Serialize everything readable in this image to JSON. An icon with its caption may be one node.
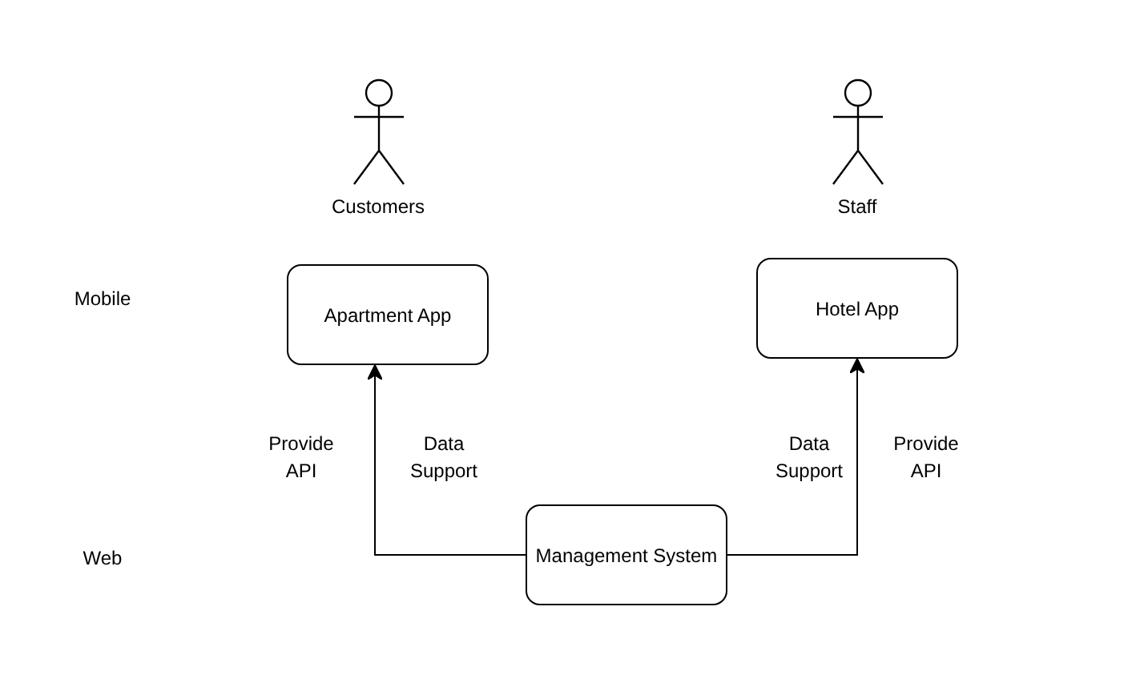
{
  "diagram": {
    "nodes": [
      {
        "text": [
          "Customers"
        ]
      },
      {
        "text": [
          "Staff"
        ]
      },
      {
        "text": [
          "Apartment App"
        ]
      },
      {
        "text": [
          "Hotel App"
        ]
      },
      {
        "text": [
          "Management System"
        ]
      }
    ],
    "edges": [
      {
        "from": 4,
        "to": 2,
        "arrow": "to",
        "label": "Data Support"
      },
      {
        "from": 4,
        "to": 3,
        "arrow": "to",
        "label": "Data Support"
      }
    ],
    "labels": [
      "Mobile",
      "Provide API",
      "Provide API",
      "Web"
    ]
  }
}
